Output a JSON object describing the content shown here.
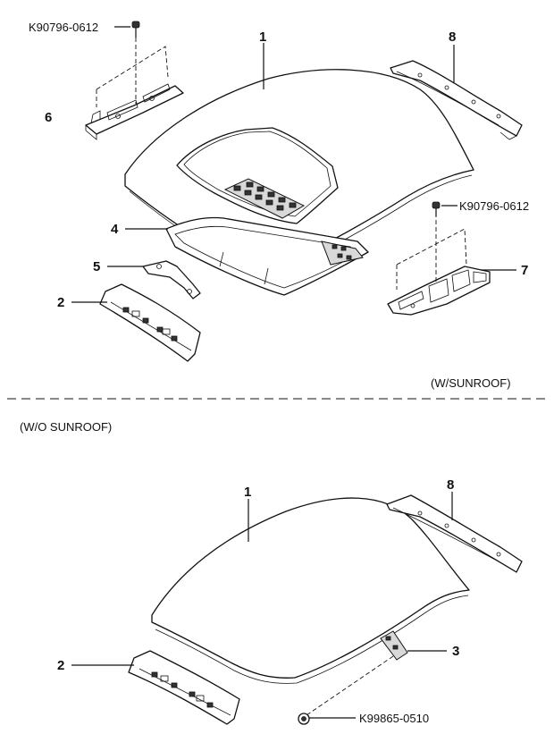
{
  "labels": {
    "n1": "1",
    "n2": "2",
    "n3": "3",
    "n4": "4",
    "n5": "5",
    "n6": "6",
    "n7": "7",
    "n8": "8"
  },
  "part_codes": {
    "screw_top": "K90796-0612",
    "screw_right": "K90796-0612",
    "clip_bottom": "K99865-0510"
  },
  "notes": {
    "with_sunroof": "(W/SUNROOF)",
    "without_sunroof": "(W/O SUNROOF)"
  }
}
